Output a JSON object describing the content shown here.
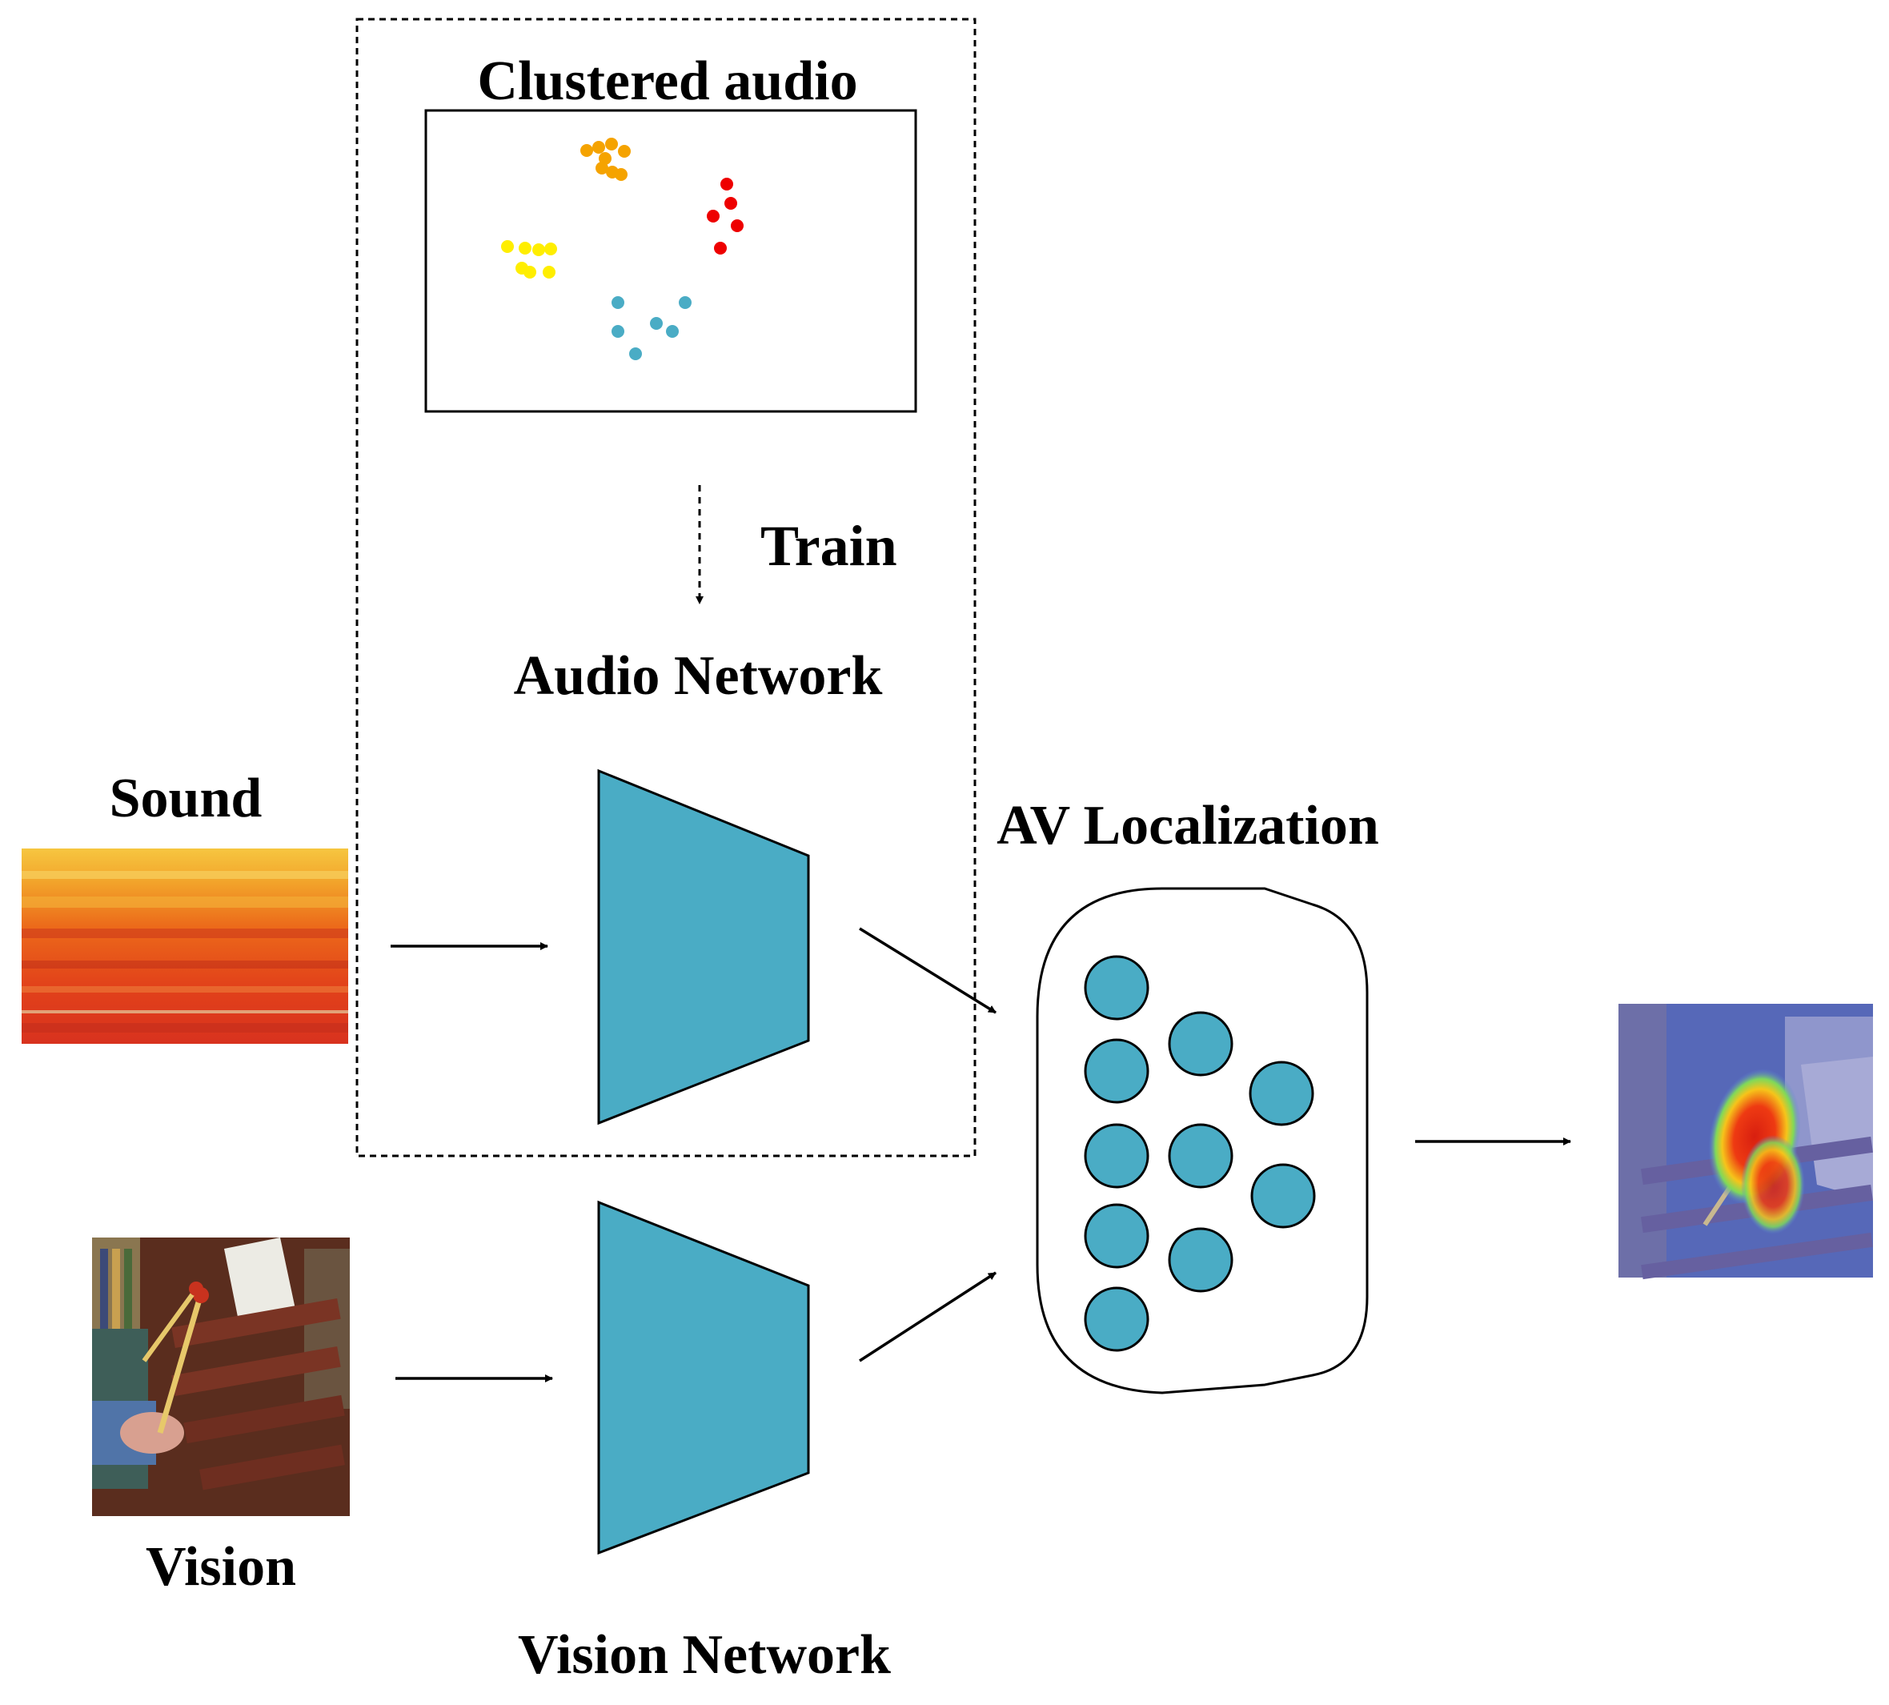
{
  "labels": {
    "clustered_audio": "Clustered audio",
    "train": "Train",
    "audio_network": "Audio Network",
    "sound": "Sound",
    "av_localization": "AV Localization",
    "vision": "Vision",
    "vision_network": "Vision Network"
  },
  "colors": {
    "network_fill": "#4aacc5",
    "cluster_orange": "#f5a300",
    "cluster_red": "#ee0000",
    "cluster_yellow": "#ffee00",
    "cluster_teal": "#4aacc5",
    "line": "#000000"
  },
  "clusters": [
    {
      "name": "orange",
      "color": "#f5a300"
    },
    {
      "name": "red",
      "color": "#ee0000"
    },
    {
      "name": "yellow",
      "color": "#ffee00"
    },
    {
      "name": "teal",
      "color": "#4aacc5"
    }
  ]
}
